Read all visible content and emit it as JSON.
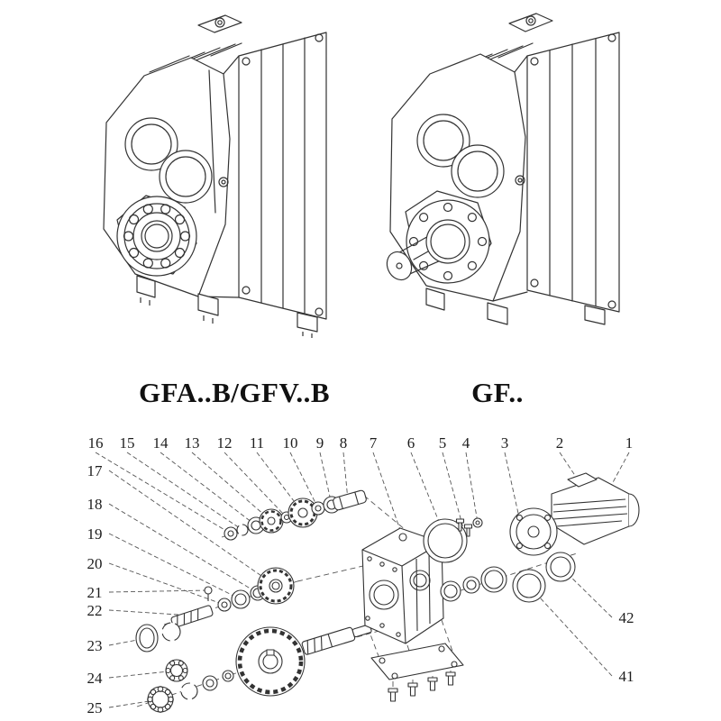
{
  "page": {
    "background": "#ffffff",
    "line_color": "#333333"
  },
  "figures": {
    "left": {
      "label": "GFA..B/GFV..B"
    },
    "right": {
      "label": "GF.."
    }
  },
  "exploded_view": {
    "top_callouts": [
      "16",
      "15",
      "14",
      "13",
      "12",
      "11",
      "10",
      "9",
      "8",
      "7",
      "6",
      "5",
      "4",
      "3",
      "2",
      "1"
    ],
    "left_callouts": [
      "17",
      "18",
      "19",
      "20",
      "21",
      "22",
      "23",
      "24",
      "25"
    ],
    "right_callouts": [
      "42",
      "41"
    ]
  }
}
